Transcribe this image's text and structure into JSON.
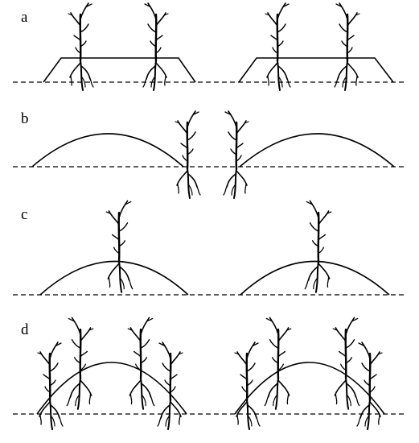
{
  "panels": [
    {
      "label": "a",
      "description_key": "flat-top-ridge",
      "plants_per_ridge": 2,
      "ridges": 2
    },
    {
      "label": "b",
      "description_key": "arched-ridge-plants-in-furrow",
      "plants_per_ridge": 1,
      "ridges": 2
    },
    {
      "label": "c",
      "description_key": "arched-ridge-plant-on-top",
      "plants_per_ridge": 1,
      "ridges": 2
    },
    {
      "label": "d",
      "description_key": "arched-ridge-four-plants",
      "plants_per_ridge": 4,
      "ridges": 2
    }
  ],
  "colors": {
    "line": "#000000",
    "background": "#ffffff"
  }
}
